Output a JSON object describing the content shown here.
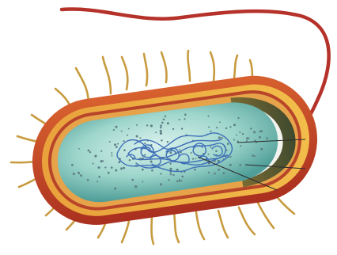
{
  "diagram": {
    "colors": {
      "background": "#ffffff",
      "flagellum": "#b5322a",
      "pili": "#c79b3f",
      "capsule": "#c2462a",
      "cell_wall": "#e58b2a",
      "membrane": "#f4c34e",
      "cytoplasm": "#8fcfc6",
      "nucleoid": "#3f6fb8",
      "ribosome": "#5d7f86",
      "label_lines": "#2b2b2b"
    },
    "icons": [
      "flagellum",
      "pilus",
      "capsule",
      "cell-wall",
      "plasma-membrane",
      "cytoplasm",
      "nucleoid",
      "ribosome"
    ]
  }
}
